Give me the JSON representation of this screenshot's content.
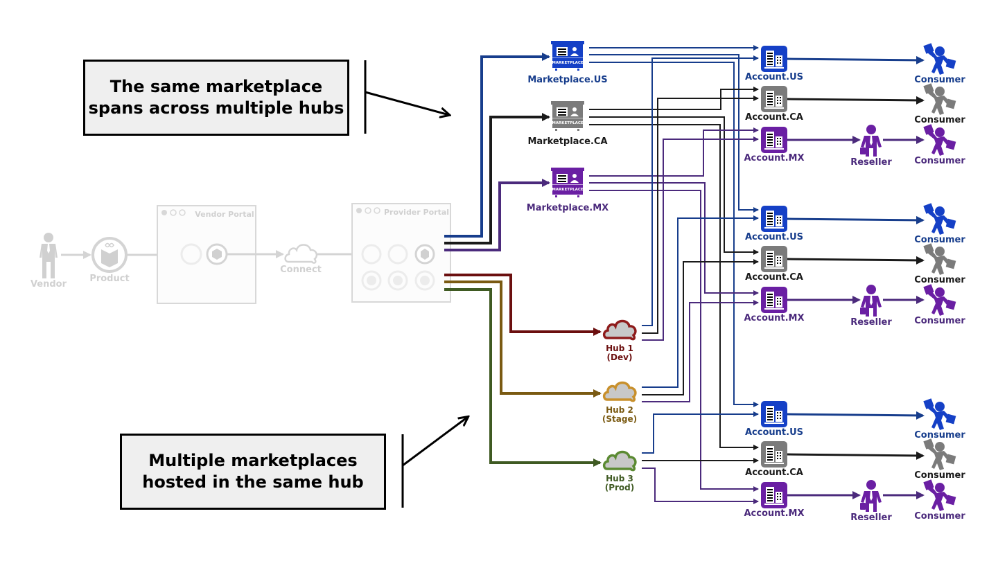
{
  "callouts": {
    "top": {
      "line1": "The same marketplace",
      "line2": "spans across multiple hubs"
    },
    "bottom": {
      "line1": "Multiple marketplaces",
      "line2": "hosted in the same hub"
    }
  },
  "background_flow": {
    "vendor": "Vendor",
    "product": "Product",
    "vendor_portal": "Vendor Portal",
    "connect": "Connect",
    "provider_portal": "Provider Portal"
  },
  "marketplaces": [
    {
      "id": "us",
      "label": "Marketplace.US",
      "badge": "MARKETPLACE"
    },
    {
      "id": "ca",
      "label": "Marketplace.CA",
      "badge": "MARKETPLACE"
    },
    {
      "id": "mx",
      "label": "Marketplace.MX",
      "badge": "MARKETPLACE"
    }
  ],
  "hubs": [
    {
      "id": "hub1",
      "name": "Hub 1",
      "env": "(Dev)"
    },
    {
      "id": "hub2",
      "name": "Hub 2",
      "env": "(Stage)"
    },
    {
      "id": "hub3",
      "name": "Hub 3",
      "env": "(Prod)"
    }
  ],
  "hub_groups": [
    {
      "accounts": [
        "Account.US",
        "Account.CA",
        "Account.MX"
      ],
      "reseller": "Reseller",
      "consumers": [
        "Consumer",
        "Consumer",
        "Consumer"
      ]
    },
    {
      "accounts": [
        "Account.US",
        "Account.CA",
        "Account.MX"
      ],
      "reseller": "Reseller",
      "consumers": [
        "Consumer",
        "Consumer",
        "Consumer"
      ]
    },
    {
      "accounts": [
        "Account.US",
        "Account.CA",
        "Account.MX"
      ],
      "reseller": "Reseller",
      "consumers": [
        "Consumer",
        "Consumer",
        "Consumer"
      ]
    }
  ],
  "colors": {
    "us_line": "#173d8c",
    "us_icon": "#1540c6",
    "ca_line": "#1a1a1a",
    "ca_icon": "#7b7b7b",
    "mx_line": "#4b2a7c",
    "mx_icon": "#6a1fa3",
    "hub1": "#6b0f0f",
    "hub1_outline": "#8e1b1b",
    "hub2": "#7a5a12",
    "hub2_outline": "#c8902c",
    "hub3": "#3f5a22",
    "hub3_outline": "#5b8a32",
    "faded": "#d4d4d4"
  }
}
